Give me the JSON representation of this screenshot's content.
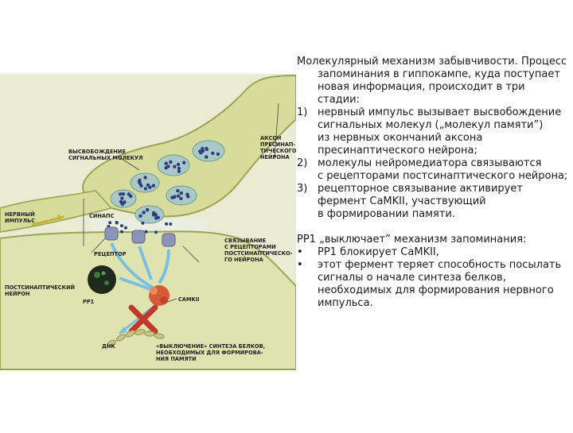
{
  "figure": {
    "labels": {
      "release": "ВЫСВОБОЖДЕНИЕ\nСИГНАЛЬНЫХ МОЛЕКУЛ",
      "axon": "АКСОН\nПРЕСИНАП-\nТИЧЕСКОГО\nНЕЙРОНА",
      "impulse": "НЕРВНЫЙ\nИМПУЛЬС",
      "synapse": "СИНАПС",
      "receptor": "РЕЦЕПТОР",
      "binding": "СВЯЗЫВАНИЕ\nС РЕЦЕПТОРАМИ\nПОСТСИНАПТИЧЕСКО-\nГО НЕЙРОНА",
      "postsynaptic": "ПОСТСИНАПТИЧЕСКИЙ\nНЕЙРОН",
      "pp1": "PP1",
      "camkii": "CaMKII",
      "dna": "ДНК",
      "switch_off": "«ВЫКЛЮЧЕНИЕ» СИНТЕЗА БЕЛКОВ,\nНЕОБХОДИМЫХ ДЛЯ ФОРМИРОВА-\nНИЯ ПАМЯТИ"
    },
    "colors": {
      "membrane": "#9aa455",
      "membrane_fill": "#d7dc9a",
      "background": "#e9ebd2",
      "vesicle": "#aac8c4",
      "molecule": "#2e3d86",
      "receptor": "#8b93b7",
      "arrow": "#7bbfe0",
      "cross": "#c0392b",
      "camkii": "#d65a3a",
      "dna": "#c9c68a"
    }
  },
  "text": {
    "intro_line1": "Молекулярный механизм забывчивости. Процесс",
    "intro_line2": "запоминания в гиппокампе, куда поступает",
    "intro_line3": "новая информация, происходит в три стадии:",
    "step1_num": "1)",
    "step1_line1": "нервный импульс вызывает высвобождение",
    "step1_line2": "сигнальных молекул („молекул памяти”)",
    "step1_line3": "из нервных окончаний аксона",
    "step1_line4": "пресинаптического нейрона;",
    "step2_num": "2)",
    "step2_line1": "молекулы нейромедиатора связываются",
    "step2_line2": "с рецепторами постсинаптического нейрона;",
    "step3_num": "3)",
    "step3_line1": "рецепторное связывание активирует",
    "step3_line2": "фермент CaMKII, участвующий",
    "step3_line3": "в формировании памяти.",
    "pp1_head": "PP1 „выключает” механизм запоминания:",
    "bullet1_mark": "•",
    "bullet1": "PP1 блокирует CaMKII,",
    "bullet2_mark": "•",
    "bullet2_line1": "этот фермент теряет способность посылать",
    "bullet2_line2": "сигналы о начале синтеза белков,",
    "bullet2_line3": "необходимых для формирования нервного",
    "bullet2_line4": "импульса."
  }
}
